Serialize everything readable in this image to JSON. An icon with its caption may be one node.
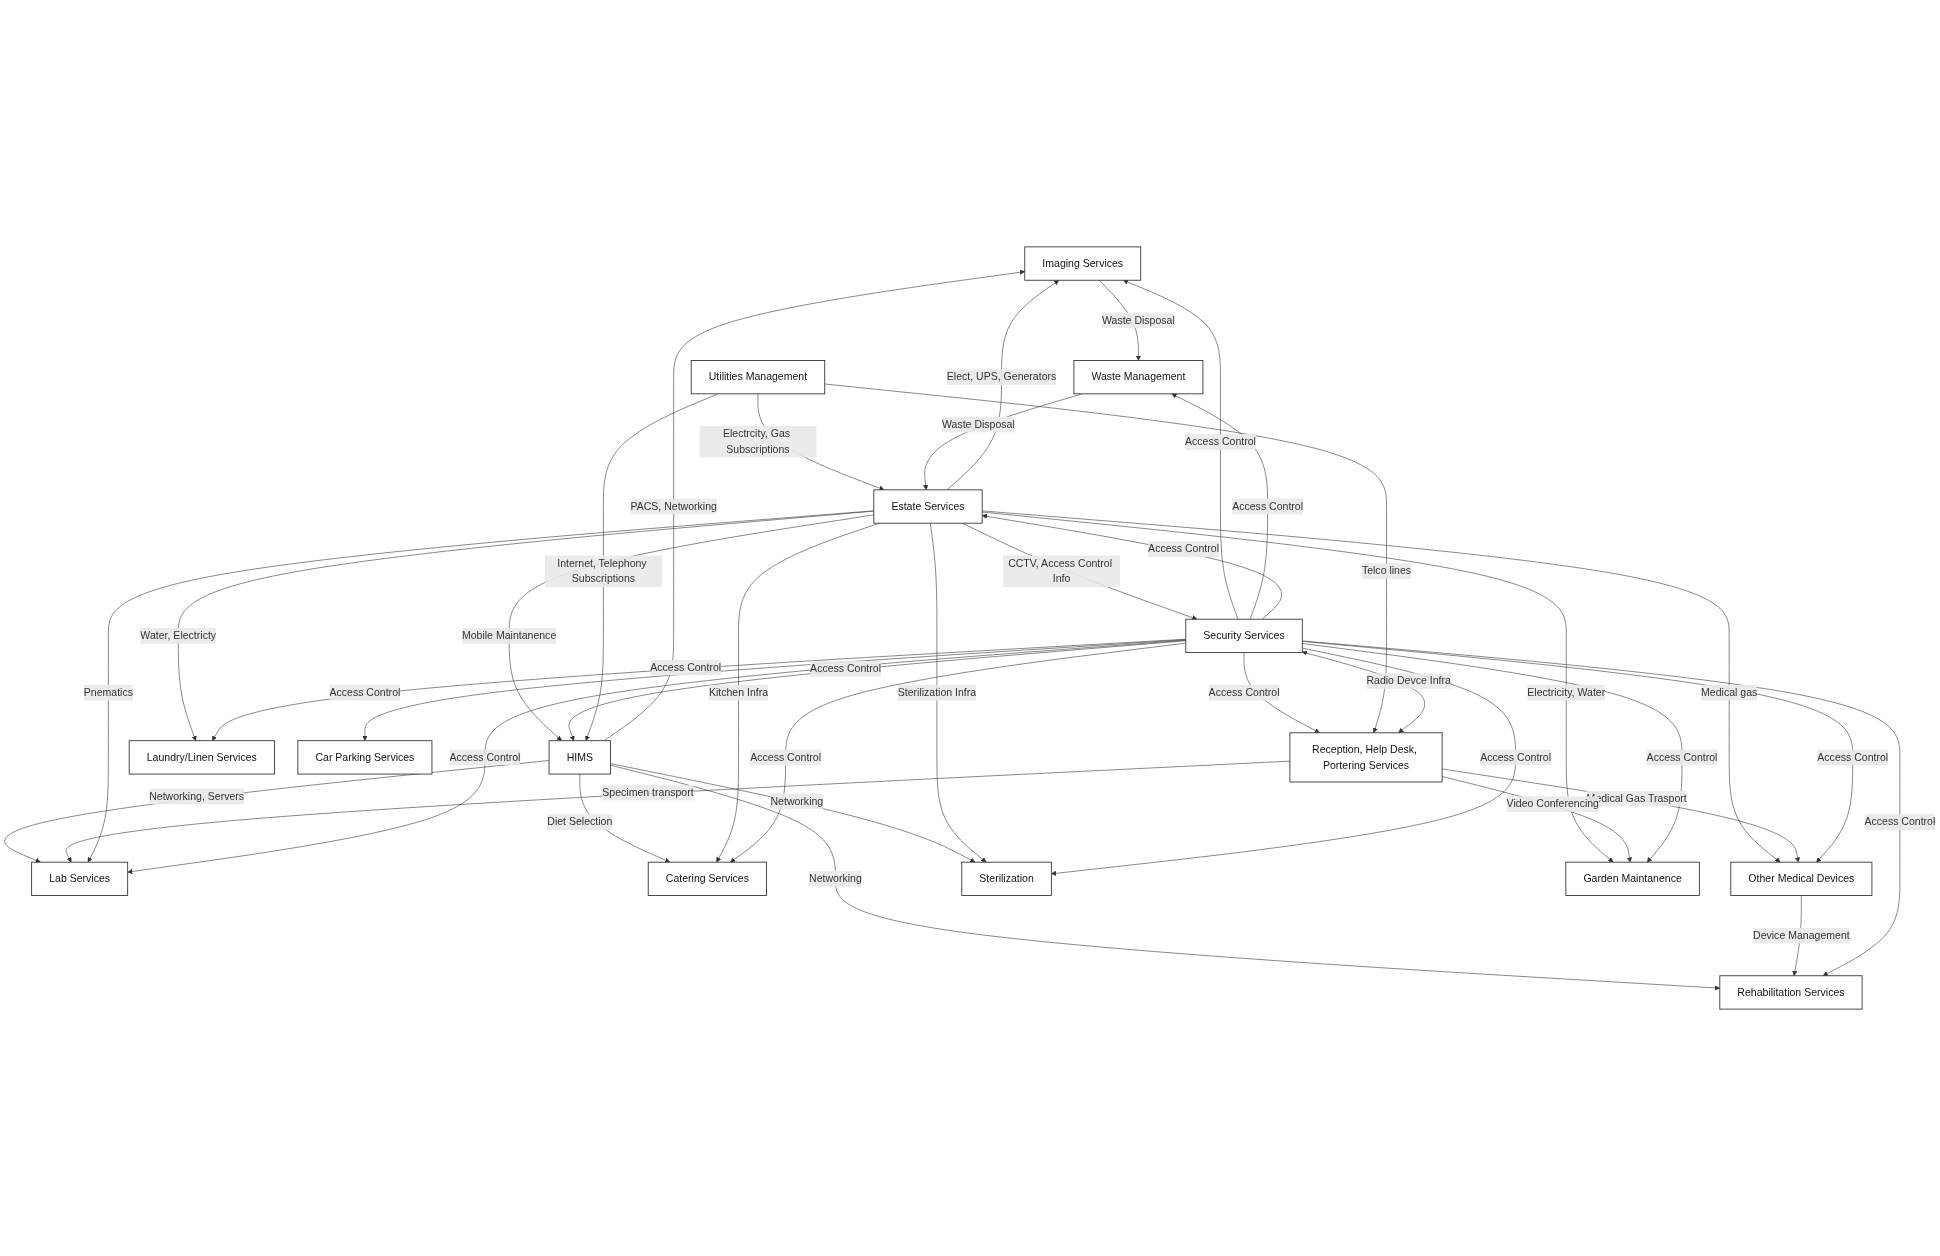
{
  "diagram": {
    "nodes": [
      {
        "text": [
          "Lab Services"
        ]
      },
      {
        "text": [
          "Imaging Services"
        ]
      },
      {
        "text": [
          "Catering Services"
        ]
      },
      {
        "text": [
          "Rehabilitation Services"
        ]
      },
      {
        "text": [
          "Other Medical Devices"
        ]
      },
      {
        "text": [
          "HIMS"
        ]
      },
      {
        "text": [
          "Sterilization"
        ]
      },
      {
        "text": [
          "Laundry/Linen Services"
        ]
      },
      {
        "text": [
          "Garden Maintanence"
        ]
      },
      {
        "text": [
          "Waste Management"
        ]
      },
      {
        "text": [
          "Car Parking Services"
        ]
      },
      {
        "text": [
          "Estate Services"
        ]
      },
      {
        "text": [
          "Utilities Management"
        ]
      },
      {
        "text": [
          "Security Services"
        ]
      },
      {
        "text": [
          "Reception, Help Desk, Portering Services"
        ]
      }
    ],
    "edges": [
      {
        "from": 5,
        "to": 0,
        "arrow": "to",
        "label": "Networking, Servers"
      },
      {
        "from": 5,
        "to": 1,
        "arrow": "to",
        "label": "PACS, Networking"
      },
      {
        "from": 5,
        "to": 2,
        "arrow": "to",
        "label": "Diet Selection"
      },
      {
        "from": 5,
        "to": 3,
        "arrow": "to",
        "label": "Networking"
      },
      {
        "from": 5,
        "to": 6,
        "arrow": "to",
        "label": "Networking"
      },
      {
        "from": 4,
        "to": 3,
        "arrow": "to",
        "label": "Device Management"
      },
      {
        "from": 1,
        "to": 9,
        "arrow": "to",
        "label": "Waste Disposal"
      },
      {
        "from": 14,
        "to": 0,
        "arrow": "to",
        "label": "Specimen transport"
      },
      {
        "from": 11,
        "to": 0,
        "arrow": "to",
        "label": "Pnematics"
      },
      {
        "from": 11,
        "to": 1,
        "arrow": "to",
        "label": "Elect, UPS, Generators"
      },
      {
        "from": 11,
        "to": 2,
        "arrow": "to",
        "label": "Kitchen Infra"
      },
      {
        "from": 11,
        "to": 4,
        "arrow": "to",
        "label": "Medical gas"
      },
      {
        "from": 14,
        "to": 4,
        "arrow": "to",
        "label": "Medical Gas Trasport"
      },
      {
        "from": 11,
        "to": 5,
        "arrow": "to",
        "label": "Mobile Maintanence"
      },
      {
        "from": 11,
        "to": 8,
        "arrow": "to",
        "label": "Electricity, Water"
      },
      {
        "from": 14,
        "to": 8,
        "arrow": "to",
        "label": "Video Conferencing"
      },
      {
        "from": 11,
        "to": 6,
        "arrow": "to",
        "label": "Sterilization Infra"
      },
      {
        "from": 11,
        "to": 7,
        "arrow": "to",
        "label": "Water, Electricty"
      },
      {
        "from": 13,
        "to": 3,
        "arrow": "to",
        "label": "Access Control"
      },
      {
        "from": 13,
        "to": 6,
        "arrow": "to",
        "label": "Access Control"
      },
      {
        "from": 13,
        "to": 7,
        "arrow": "to",
        "label": "Access Control"
      },
      {
        "from": 13,
        "to": 10,
        "arrow": "to",
        "label": "Access Control"
      },
      {
        "from": 13,
        "to": 1,
        "arrow": "to",
        "label": "Access Control"
      },
      {
        "from": 13,
        "to": 0,
        "arrow": "to",
        "label": "Access Control"
      },
      {
        "from": 13,
        "to": 2,
        "arrow": "to",
        "label": "Access Control"
      },
      {
        "from": 13,
        "to": 4,
        "arrow": "to",
        "label": "Access Control"
      },
      {
        "from": 13,
        "to": 5,
        "arrow": "to",
        "label": "Access Control"
      },
      {
        "from": 13,
        "to": 8,
        "arrow": "to",
        "label": "Access Control"
      },
      {
        "from": 13,
        "to": 9,
        "arrow": "to",
        "label": "Access Control"
      },
      {
        "from": 13,
        "to": 11,
        "arrow": "to",
        "label": "Access Control"
      },
      {
        "from": 11,
        "to": 13,
        "arrow": "to",
        "label": "CCTV, Access Control Info"
      },
      {
        "from": 14,
        "to": 13,
        "arrow": "both",
        "label": "Radio Devce Infra"
      },
      {
        "from": 13,
        "to": 14,
        "arrow": "to",
        "label": "Access Control"
      },
      {
        "from": 12,
        "to": 11,
        "arrow": "to",
        "label": "Electrcity, Gas Subscriptions"
      },
      {
        "from": 9,
        "to": 11,
        "arrow": "to",
        "label": "Waste Disposal"
      },
      {
        "from": 12,
        "to": 5,
        "arrow": "to",
        "label": "Internet, Telephony Subscriptions"
      },
      {
        "from": 12,
        "to": 14,
        "arrow": "to",
        "label": "Telco lines"
      }
    ]
  }
}
